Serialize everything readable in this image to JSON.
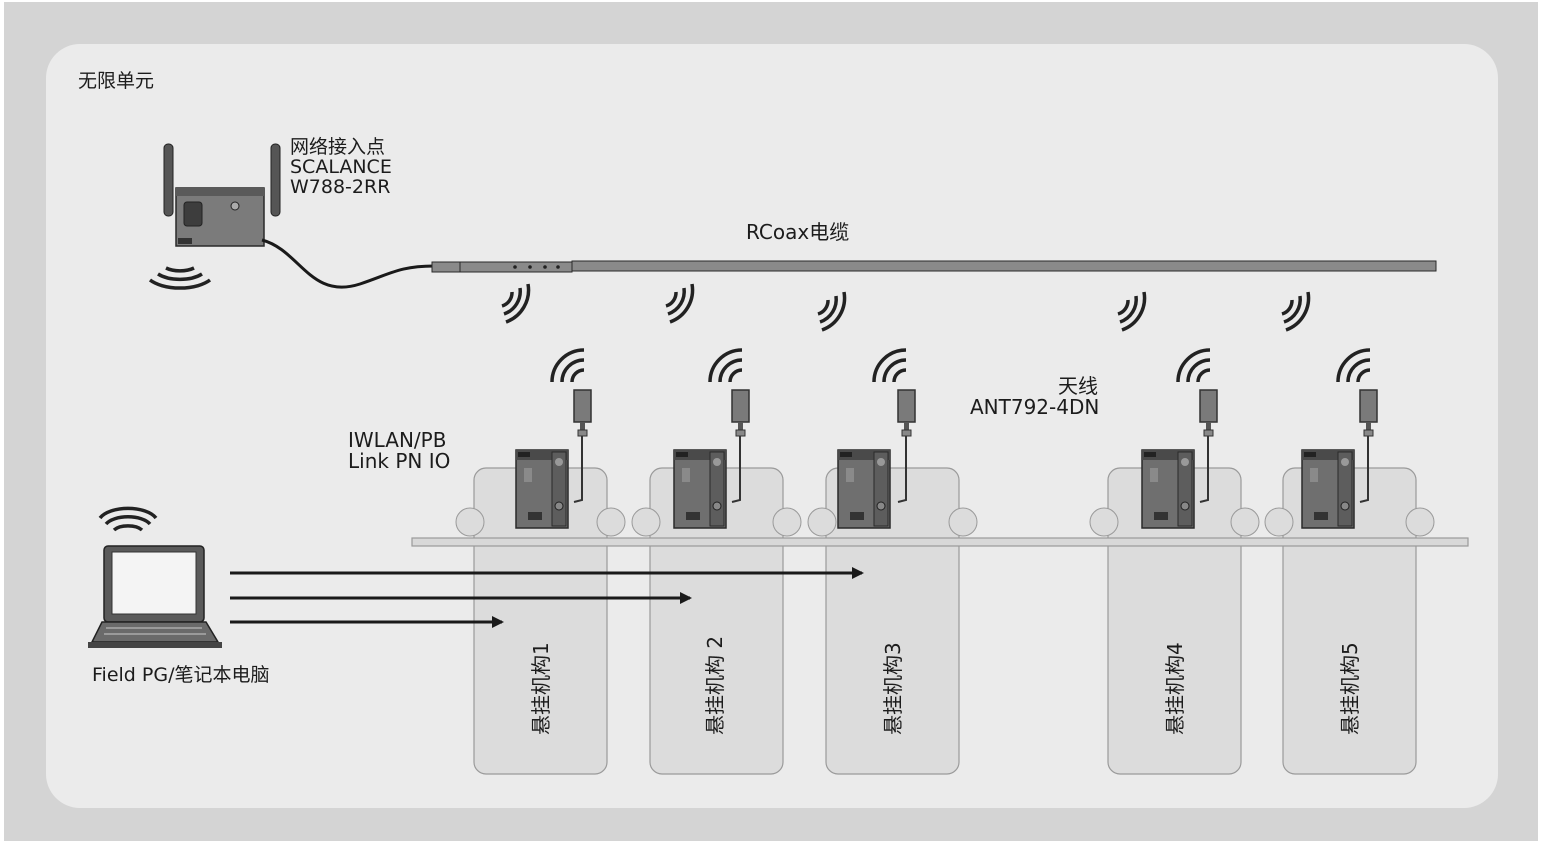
{
  "title": "无限单元",
  "access_point": {
    "line1": "网络接入点",
    "line2": "SCALANCE",
    "line3": "W788-2RR"
  },
  "cable": {
    "label": "RCoax电缆"
  },
  "antenna": {
    "line1": "天线",
    "line2": "ANT792-4DN"
  },
  "link_module": {
    "line1": "IWLAN/PB",
    "line2": "Link PN IO"
  },
  "laptop": {
    "label": "Field PG/笔记本电脑"
  },
  "hangers": [
    {
      "label": "悬挂机构1"
    },
    {
      "label": "悬挂机构 2"
    },
    {
      "label": "悬挂机构3"
    },
    {
      "label": "悬挂机构4"
    },
    {
      "label": "悬挂机构5"
    }
  ],
  "colors": {
    "background": "#d4d4d4",
    "panel": "#ebebeb",
    "hanger": "#dcdcdc",
    "device": "#6e6e6e",
    "arrow": "#1a1a1a"
  }
}
